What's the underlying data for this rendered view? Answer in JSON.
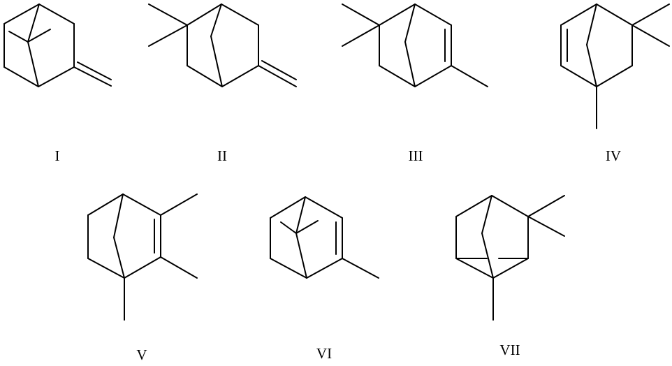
{
  "diagram": {
    "type": "chemical-structures",
    "line_color": "#000000",
    "background": "#ffffff",
    "structures": [
      {
        "id": "I",
        "label": "I"
      },
      {
        "id": "II",
        "label": "II"
      },
      {
        "id": "III",
        "label": "III"
      },
      {
        "id": "IV",
        "label": "IV"
      },
      {
        "id": "V",
        "label": "V"
      },
      {
        "id": "VI",
        "label": "VI"
      },
      {
        "id": "VII",
        "label": "VII"
      }
    ]
  }
}
